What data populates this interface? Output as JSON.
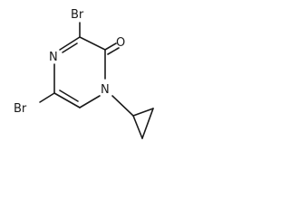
{
  "molecule": {
    "atoms": {
      "br_top": "Br",
      "br_bottom": "Br",
      "n_ring_upper": "N",
      "n_ring_lower": "N",
      "o_carbonyl": "O"
    },
    "bond_color": "#1a1a1a",
    "label_color": "#1a1a1a"
  }
}
